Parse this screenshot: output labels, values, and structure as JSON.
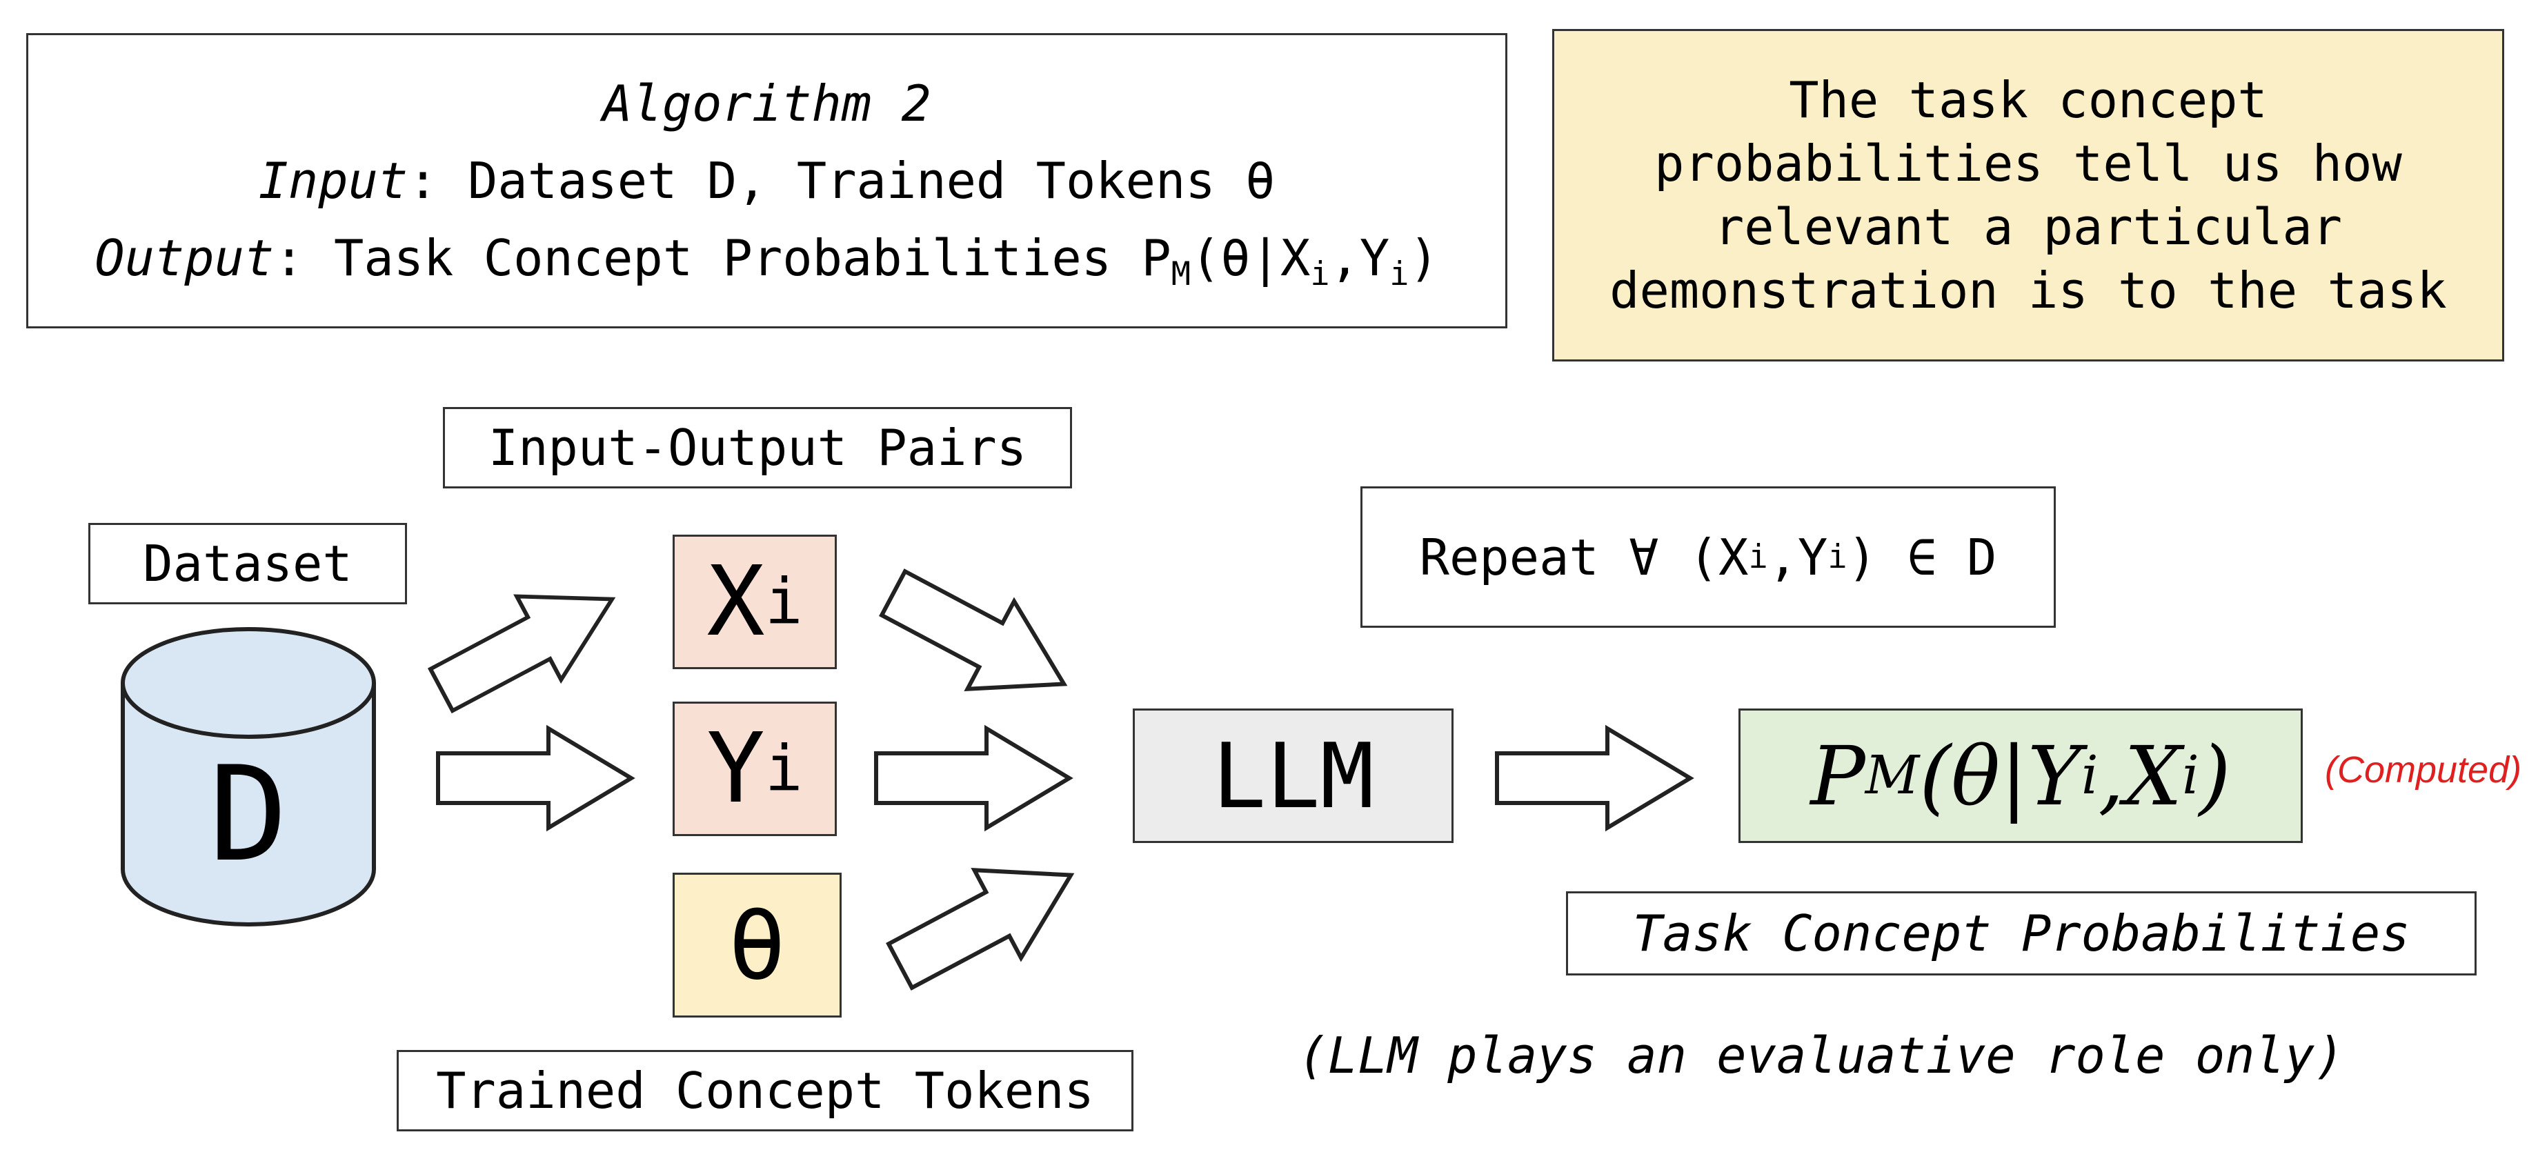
{
  "algorithm": {
    "title": "Algorithm 2",
    "input_label": "Input",
    "input_text": ": Dataset D, Trained Tokens θ",
    "output_label": "Output",
    "output_text": ": Task Concept Probabilities P",
    "output_sub_m": "M",
    "output_theta": "(θ|X",
    "output_sub_i1": "i",
    "output_comma": ",Y",
    "output_sub_i2": "i",
    "output_close": ")"
  },
  "note": {
    "line1": "The task concept",
    "line2": "probabilities tell us how",
    "line3": "relevant a particular",
    "line4": "demonstration is to the task",
    "background": "#fbefc8"
  },
  "labels": {
    "io_pairs": "Input-Output Pairs",
    "dataset": "Dataset",
    "dataset_letter": "D",
    "trained_tokens": "Trained Concept Tokens",
    "repeat_prefix": "Repeat ∀ (X",
    "repeat_sub1": "i",
    "repeat_mid": ",Y",
    "repeat_sub2": "i",
    "repeat_suffix": ") ∈ D",
    "llm": "LLM",
    "task_probs": "Task Concept Probabilities",
    "computed": "(Computed)",
    "evaluative": "(LLM plays an evaluative role only)"
  },
  "tokens": {
    "x_letter": "X",
    "x_sub": "i",
    "y_letter": "Y",
    "y_sub": "i",
    "theta": "θ"
  },
  "result": {
    "p": "P",
    "m": "M",
    "open": "(θ|",
    "y": "Y",
    "y_sub": "i",
    "comma": ",",
    "x": "X",
    "x_sub": "i",
    "close": ")"
  },
  "colors": {
    "token_pink": "#f9e0d4",
    "token_yellow": "#fdf0c8",
    "cylinder_blue": "#d9e6f4",
    "llm_gray": "#ececec",
    "result_green": "#e1efd9",
    "computed_red": "#e02020"
  }
}
